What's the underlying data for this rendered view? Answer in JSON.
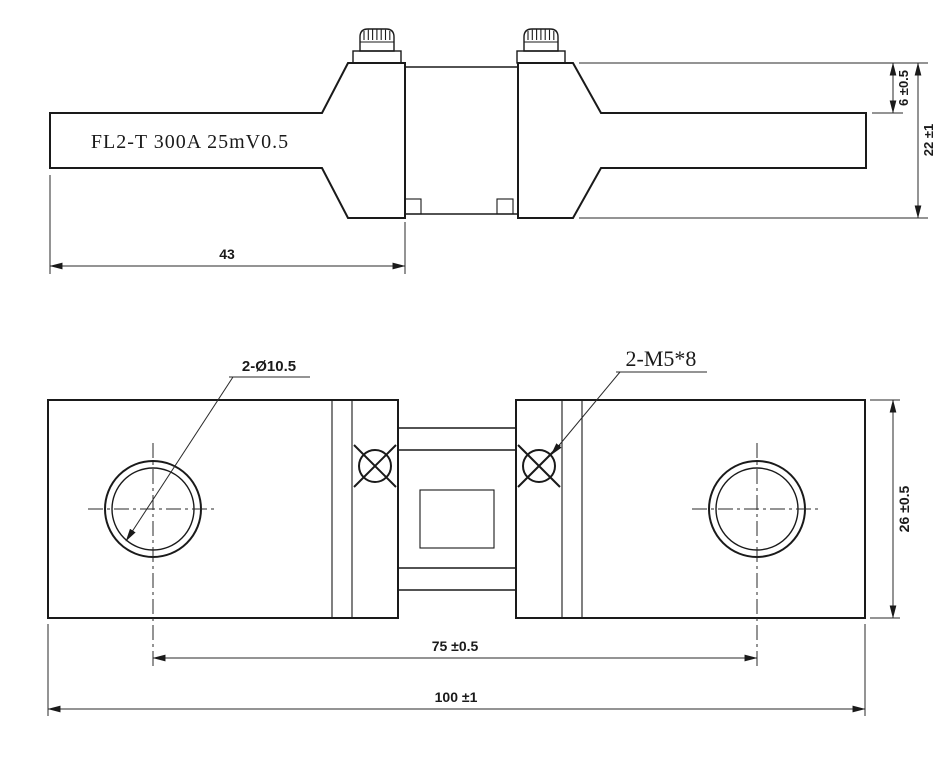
{
  "top_view": {
    "part_label": "FL2-T 300A 25mV0.5",
    "dims": {
      "lug_length": "43",
      "step_height": "6 ±0.5",
      "overall_height": "22 ±1"
    }
  },
  "plan_view": {
    "callouts": {
      "holes": "2-Ø10.5",
      "screws": "2-M5*8"
    },
    "dims": {
      "hole_spacing": "75 ±0.5",
      "overall_length": "100 ±1",
      "overall_width": "26 ±0.5"
    }
  },
  "colors": {
    "line": "#1a1a1a",
    "background": "#ffffff"
  }
}
